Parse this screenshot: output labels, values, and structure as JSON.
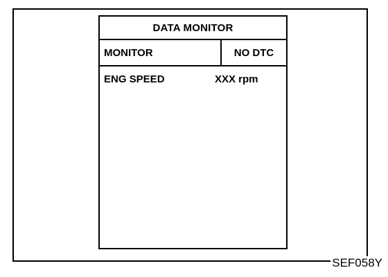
{
  "screen": {
    "title": "DATA MONITOR",
    "header": {
      "monitor_label": "MONITOR",
      "status": "NO DTC"
    },
    "rows": [
      {
        "label": "ENG SPEED",
        "value": "XXX rpm"
      }
    ]
  },
  "figure_code": "SEF058Y"
}
